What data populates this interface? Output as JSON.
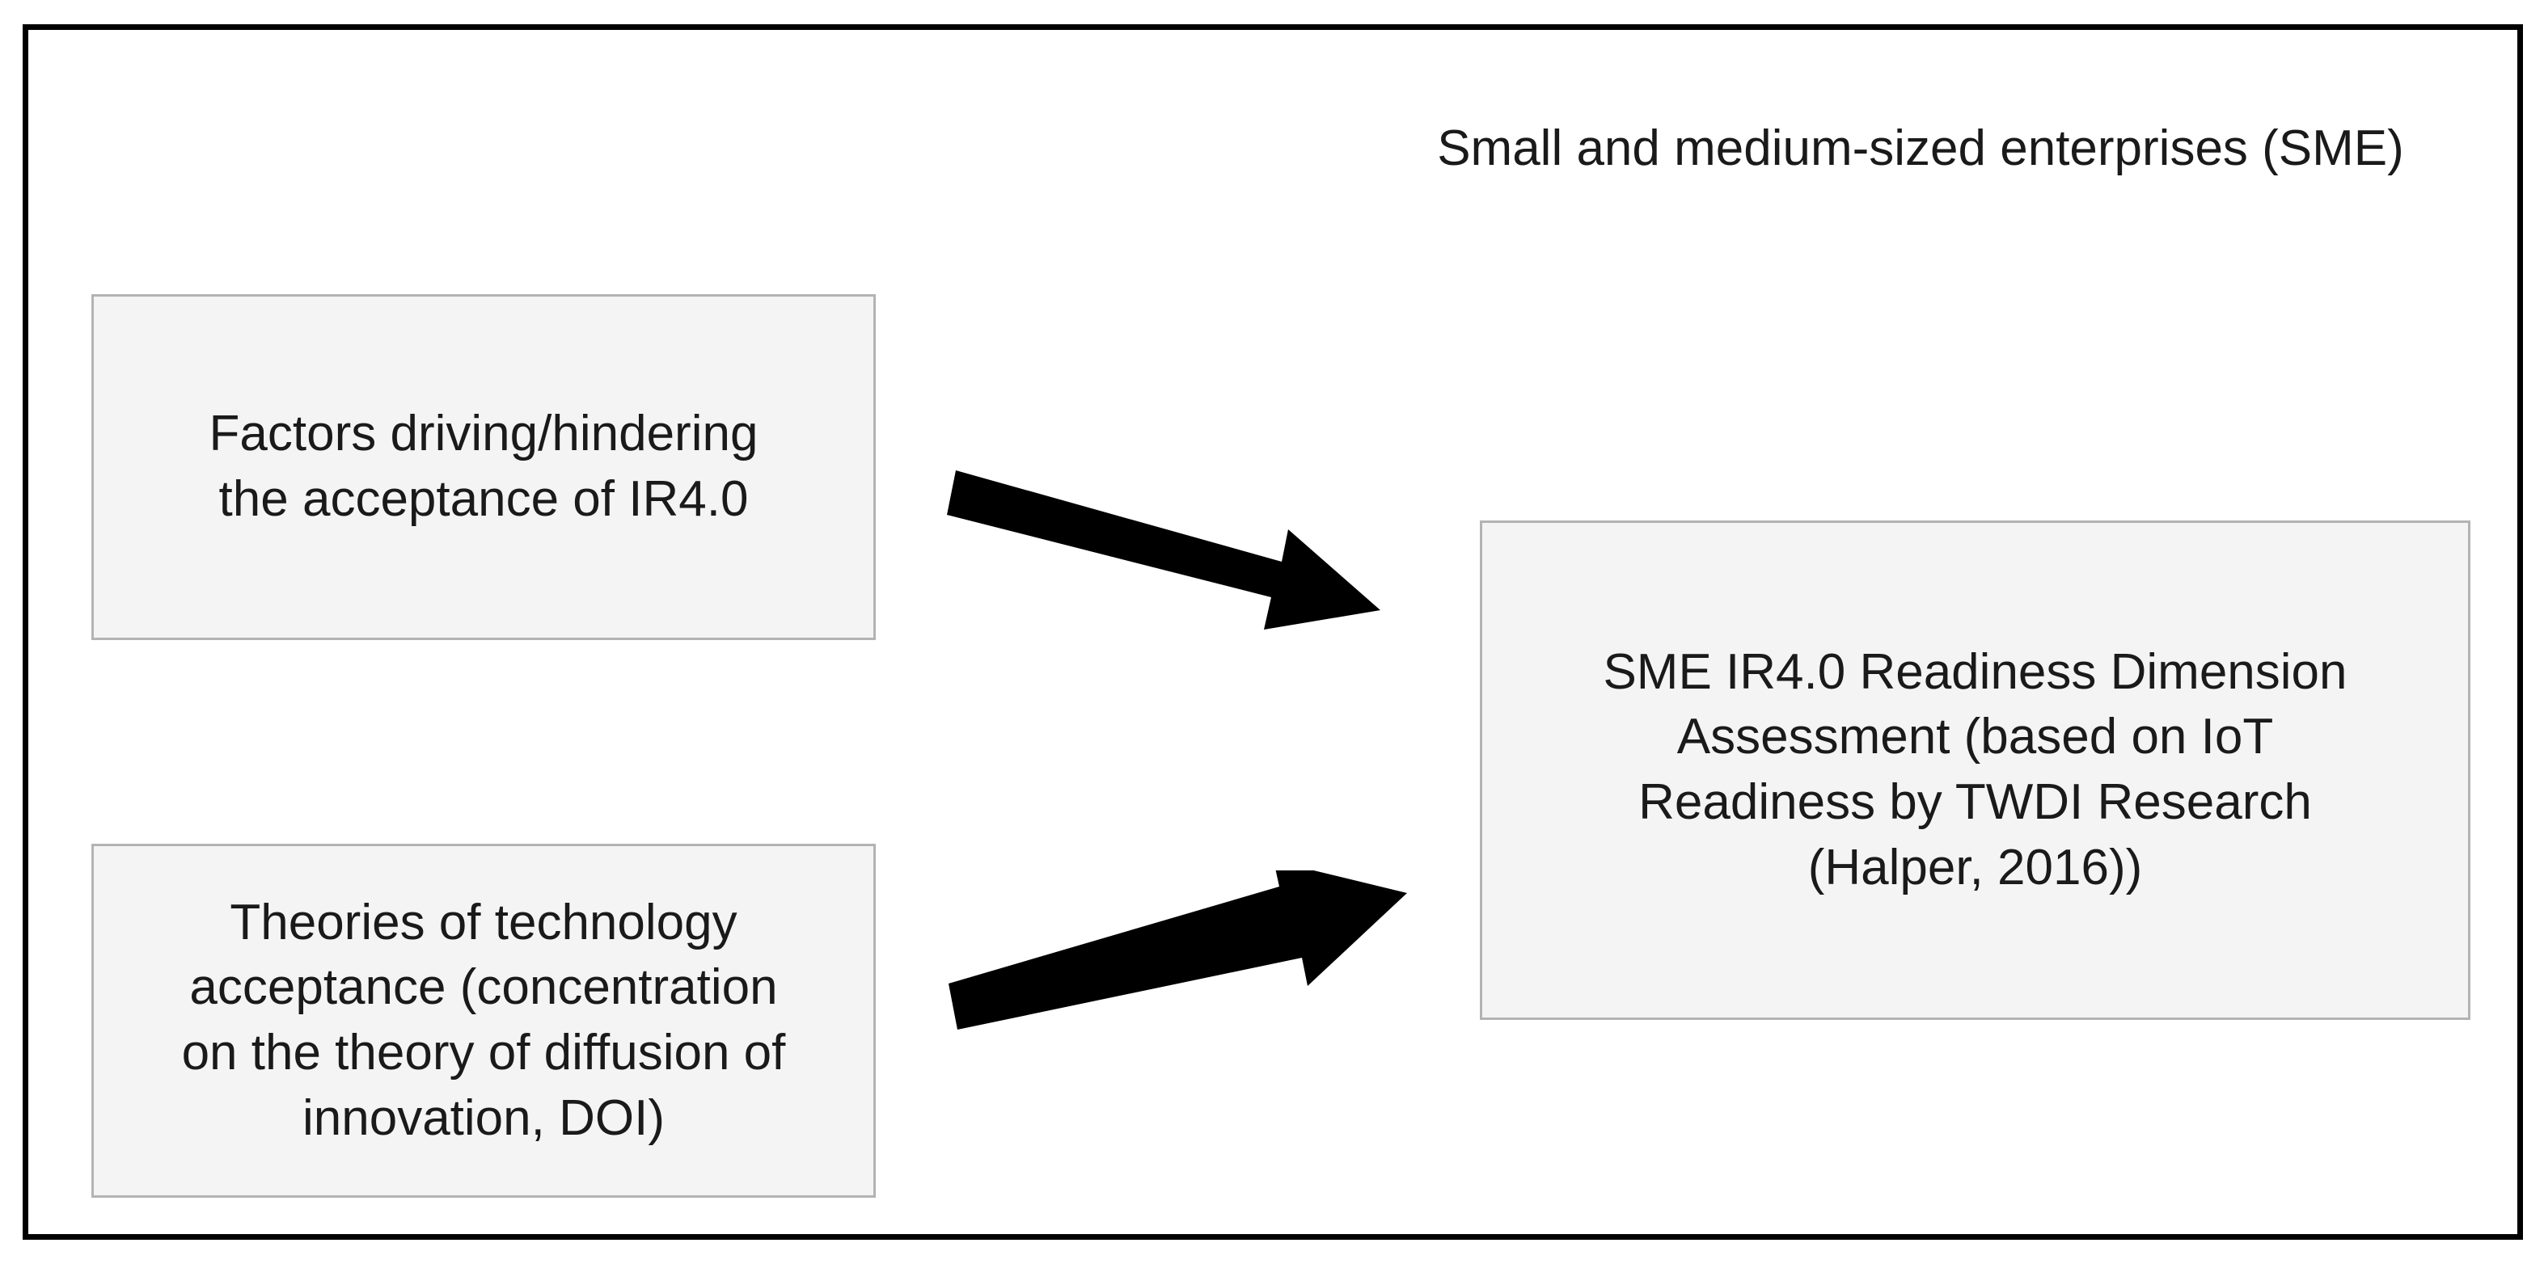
{
  "diagram": {
    "title": "Small and medium-sized enterprises (SME)",
    "frame_color": "#000000",
    "background_color": "#ffffff",
    "box_fill_color": "#f4f4f4",
    "box_border_color": "#b3b3b3",
    "arrow_color": "#000000",
    "text_color": "#1a1a1a",
    "nodes": [
      {
        "id": "factors",
        "label": "Factors driving/hindering the acceptance of IR4.0",
        "lines": [
          "Factors driving/hindering",
          "the acceptance of IR4.0"
        ]
      },
      {
        "id": "theories",
        "label": "Theories of technology acceptance (concentration on the theory of diffusion of innovation, DOI)",
        "lines": [
          "Theories of technology",
          "acceptance (concentration",
          "on the theory of diffusion of",
          "innovation, DOI)"
        ]
      },
      {
        "id": "readiness",
        "label": "SME IR4.0 Readiness Dimension Assessment (based on IoT Readiness by TWDI Research (Halper, 2016))",
        "lines": [
          "SME IR4.0 Readiness Dimension",
          "Assessment (based on IoT",
          "Readiness by TWDI Research",
          "(Halper, 2016))"
        ]
      }
    ],
    "arrows": [
      {
        "id": "factors-to-readiness",
        "from": "factors",
        "to": "readiness",
        "direction": "down-right"
      },
      {
        "id": "theories-to-readiness",
        "from": "theories",
        "to": "readiness",
        "direction": "up-right"
      }
    ]
  }
}
